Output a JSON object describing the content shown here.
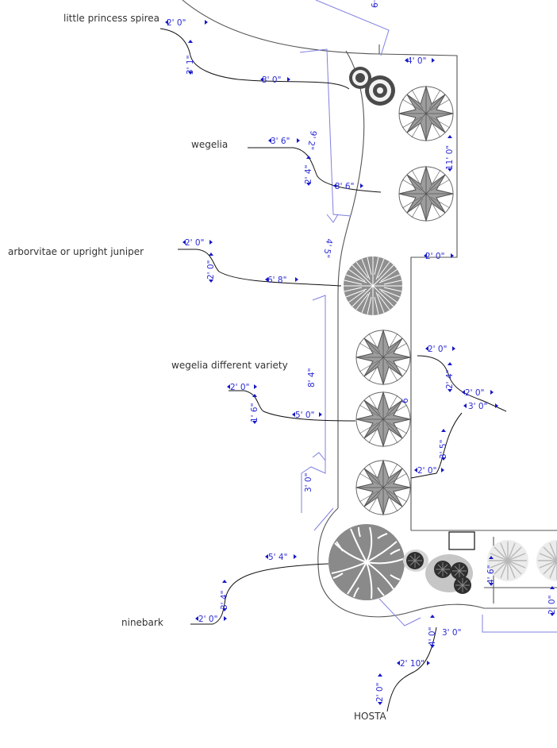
{
  "labels": {
    "spirea": "little princess spirea",
    "wegelia": "wegelia",
    "arborvitae": "arborvitae or upright juniper",
    "wegelia_variety": "wegelia different variety",
    "ninebark": "ninebark",
    "hosta": "HOSTA"
  },
  "dimensions": {
    "spirea_a": "2' 0\"",
    "spirea_b": "3' 1\"",
    "spirea_c": "3' 0\"",
    "top_6": "6",
    "top_4_0": "4' 0\"",
    "wegelia_a": "3' 6\"",
    "wegelia_b": "2' 4\"",
    "wegelia_c": "3' 6\"",
    "right_11_0": "11' 0\"",
    "center_9_2": "9' 2\"",
    "center_4_5": "4' 5\"",
    "right_2_0": "2' 0\"",
    "arbor_a": "2' 0\"",
    "arbor_b": "2' 0\"",
    "arbor_c": "6' 8\"",
    "center_8_4": "8' 4\"",
    "center_3_0": "3' 0\"",
    "mid_6": "6",
    "wv_a": "2' 0\"",
    "wv_b": "1' 6\"",
    "wv_c": "5' 0\"",
    "rs_a": "2' 0\"",
    "rs_b": "2' 4\"",
    "rs_c": "2' 0\"",
    "rs_d": "3' 0\"",
    "rs_e": "3' 5\"",
    "rs_f": "2' 0\"",
    "nb_a": "5' 4\"",
    "nb_b": "3' 4\"",
    "nb_c": "2' 0\"",
    "bed_4_6": "4' 6\"",
    "bed_2_0": "2' 0\"",
    "bottom_3_0": "3' 0\"",
    "hosta_a": "4' 0\"",
    "hosta_b": "2' 10\"",
    "hosta_c": "2' 0\""
  },
  "colors": {
    "shrub_fill": "#a9a9a9",
    "shrub_dark": "#3d3d3d",
    "dimension_blue": "#2b2bd6",
    "guide_blue": "#8080e0",
    "outline": "#555555"
  },
  "icons": {
    "star_shrub": "star-shrub-symbol",
    "spiky_shrub": "spiky-shrub-symbol",
    "round_tree": "round-tree-symbol",
    "small_cluster": "small-shrub-cluster-symbol"
  }
}
